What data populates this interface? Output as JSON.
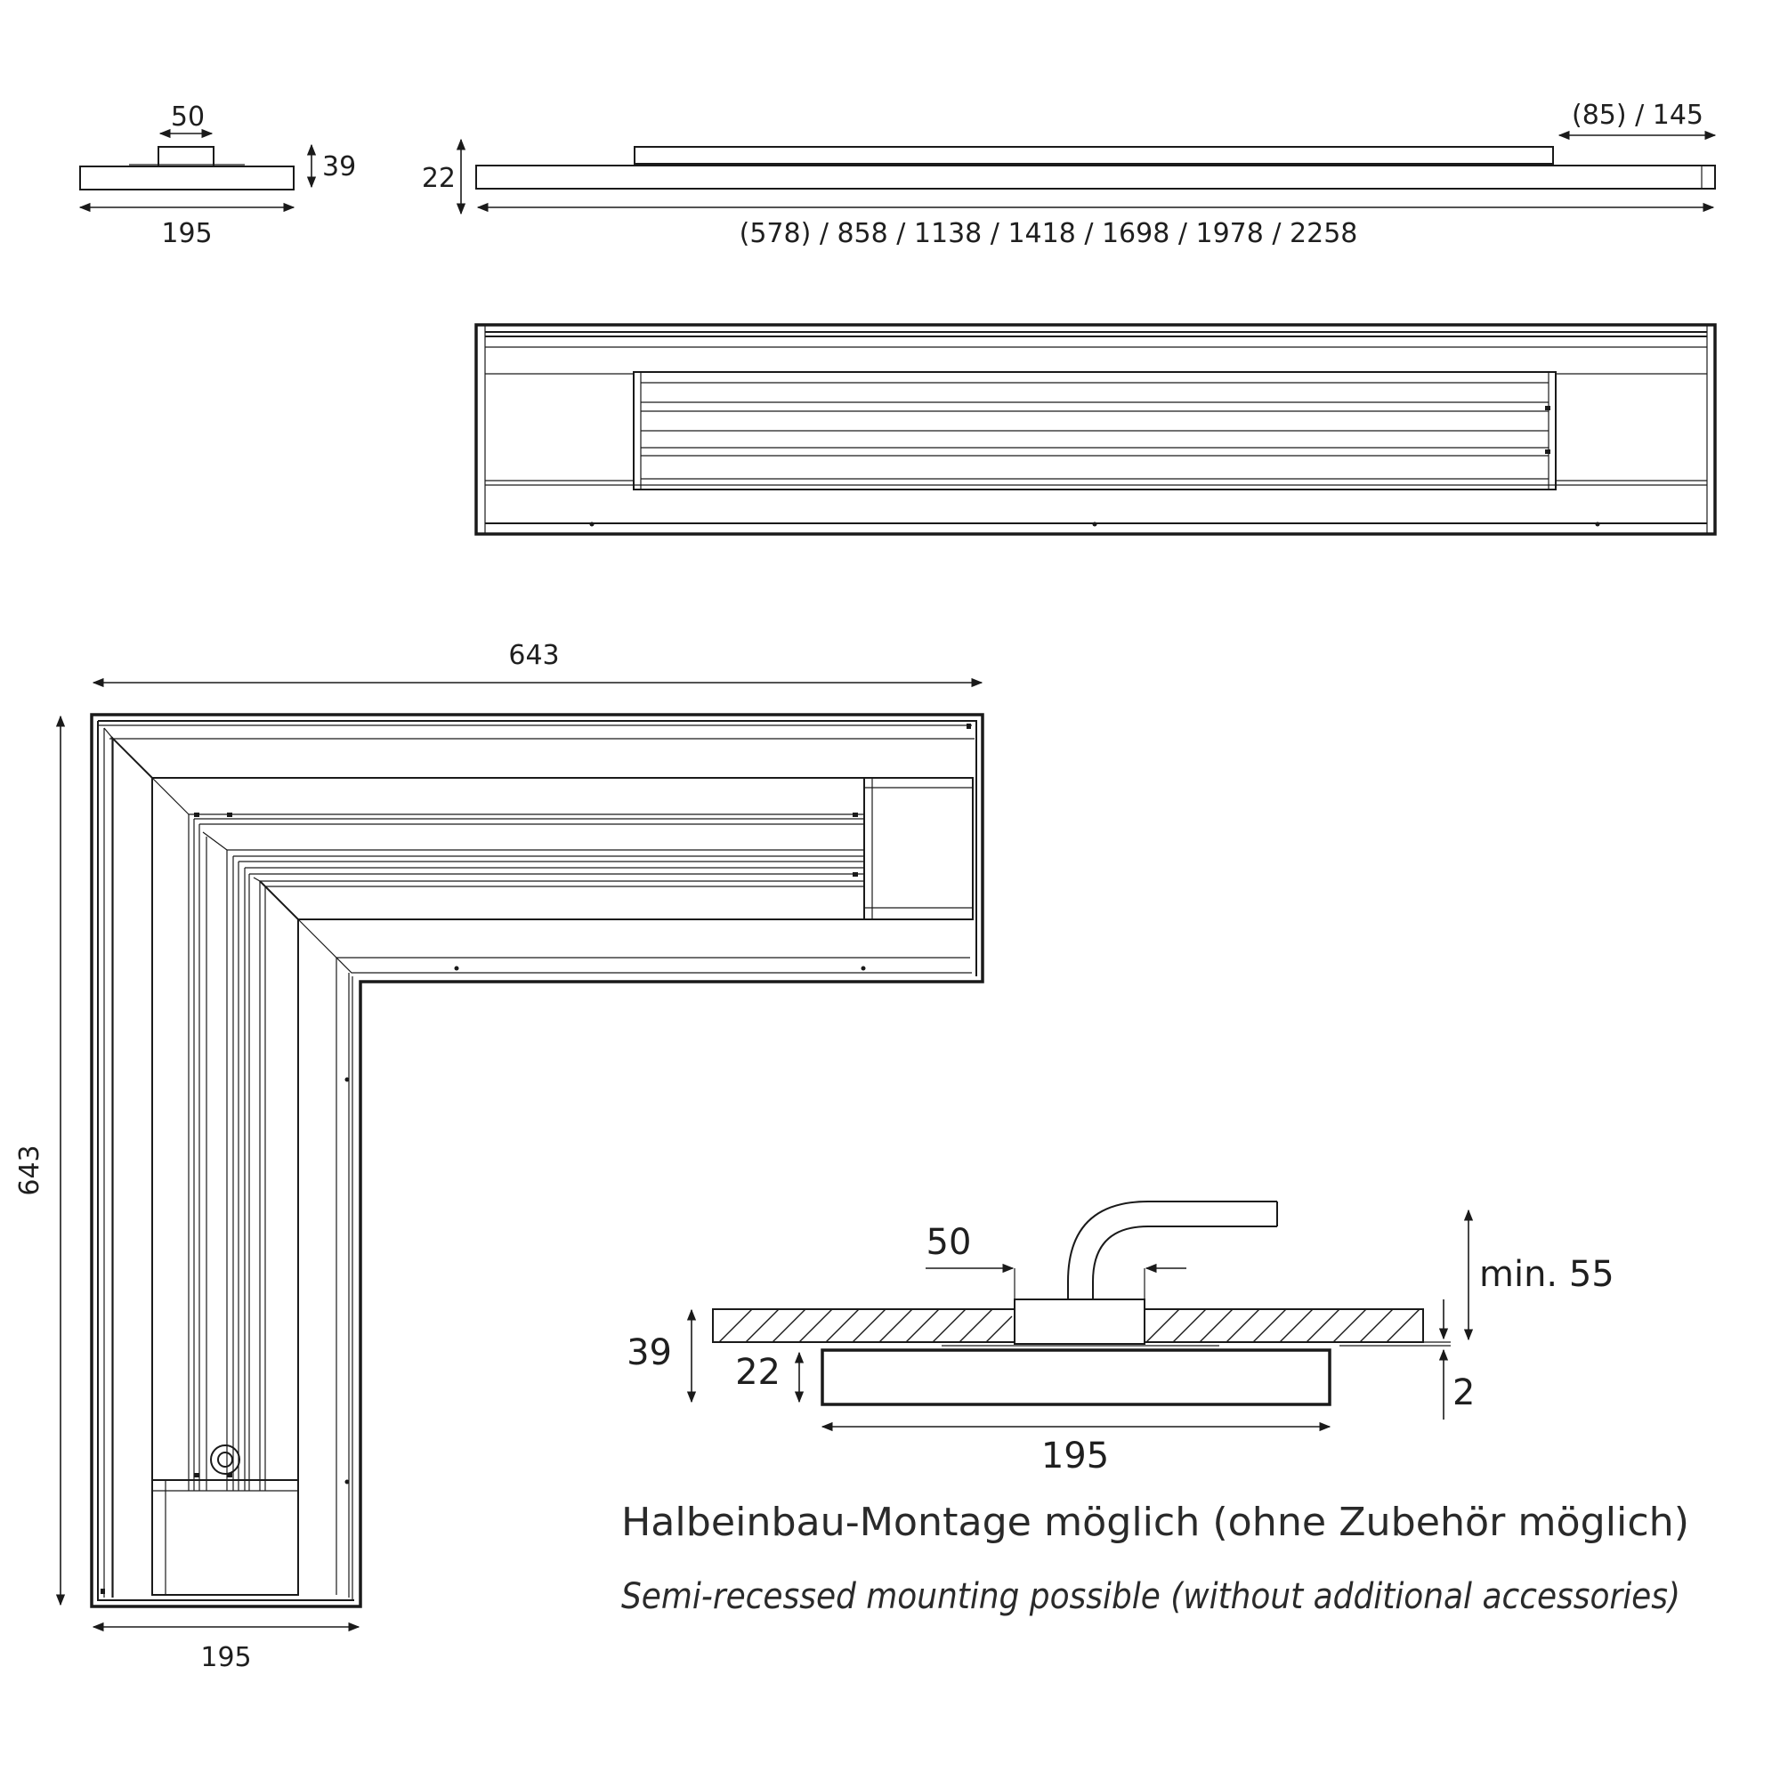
{
  "dims": {
    "top_left_width": "50",
    "top_left_height": "39",
    "top_left_base": "195",
    "side_height": "22",
    "side_end": "(85) / 145",
    "side_lengths": "(578) / 858 / 1138 / 1418 / 1698 / 1978 / 2258",
    "corner_top": "643",
    "corner_left": "643",
    "corner_bottom": "195",
    "section_box": "50",
    "section_total": "39",
    "section_body": "22",
    "section_gap": "2",
    "section_min": "min. 55",
    "section_width": "195"
  },
  "caption": {
    "de": "Halbeinbau-Montage möglich (ohne Zubehör möglich)",
    "en": "Semi-recessed mounting possible (without additional accessories)"
  }
}
